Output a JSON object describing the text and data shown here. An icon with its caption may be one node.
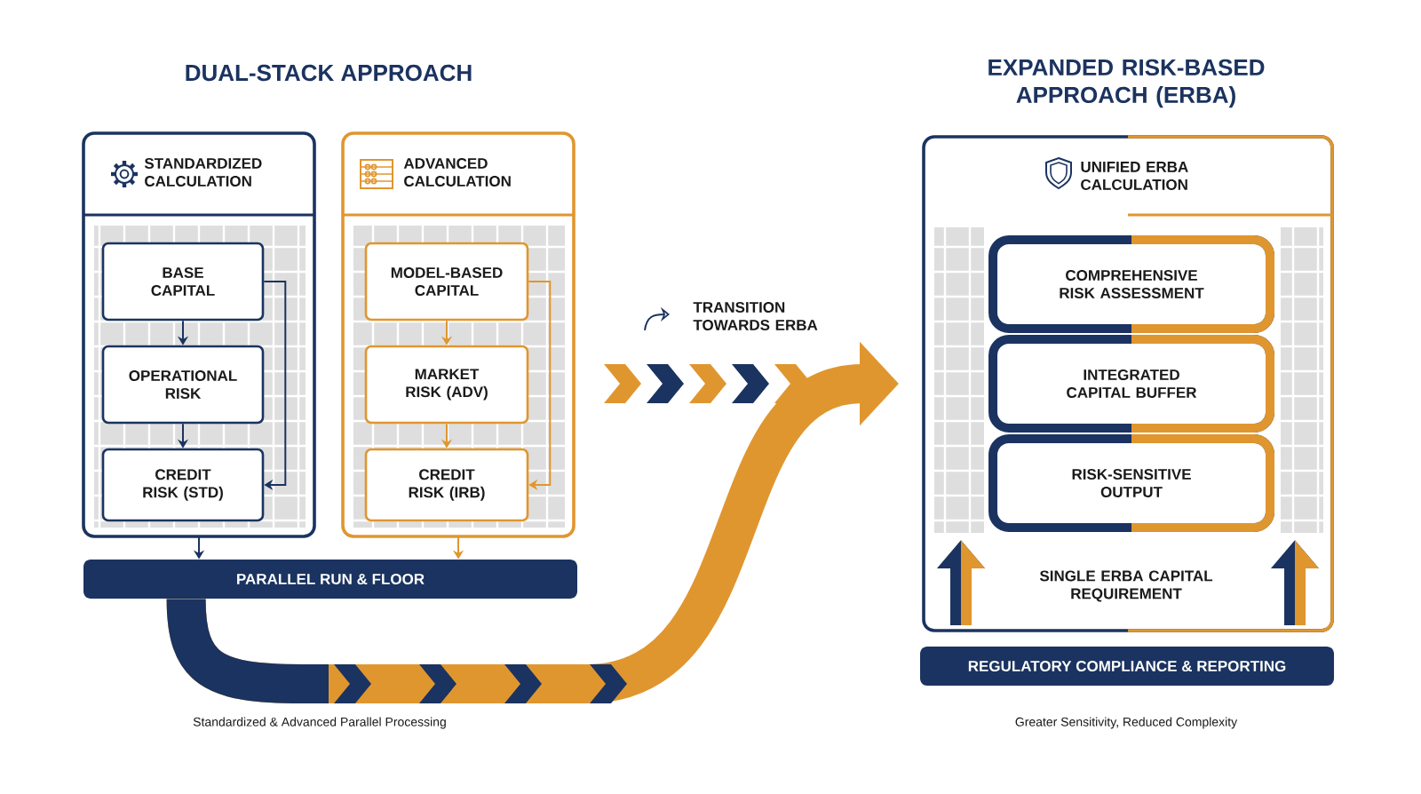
{
  "diagram": {
    "nodes": [
      {
        "text": [
          "STANDARDIZED CALCULATION"
        ]
      },
      {
        "text": [
          "BASE CAPITAL"
        ],
        "in": 0
      },
      {
        "text": [
          "OPERATIONAL RISK"
        ],
        "in": 0
      },
      {
        "text": [
          "CREDIT RISK (STD)"
        ],
        "in": 0
      },
      {
        "text": [
          "ADVANCED CALCULATION"
        ]
      },
      {
        "text": [
          "MODEL-BASED CAPITAL"
        ],
        "in": 4
      },
      {
        "text": [
          "MARKET RISK (ADV)"
        ],
        "in": 4
      },
      {
        "text": [
          "CREDIT RISK (IRB)"
        ],
        "in": 4
      },
      {
        "text": [
          "PARALLEL RUN & FLOOR"
        ]
      },
      {
        "text": [
          "UNIFIED ERBA CALCULATION"
        ]
      },
      {
        "text": [
          "COMPREHENSIVE RISK ASSESSMENT"
        ],
        "in": 9
      },
      {
        "text": [
          "INTEGRATED CAPITAL BUFFER"
        ],
        "in": 9
      },
      {
        "text": [
          "RISK-SENSITIVE OUTPUT"
        ],
        "in": 9
      },
      {
        "text": [
          "REGULATORY COMPLIANCE & REPORTING"
        ]
      }
    ],
    "edges": [
      {
        "from": 1,
        "to": 2,
        "arrow": "to",
        "color": "#1b3360"
      },
      {
        "from": 2,
        "to": 3,
        "arrow": "to",
        "color": "#1b3360"
      },
      {
        "from": 1,
        "to": 3,
        "arrow": "to",
        "color": "#1b3360"
      },
      {
        "from": 0,
        "to": 8,
        "arrow": "to",
        "color": "#1b3360"
      },
      {
        "from": 5,
        "to": 6,
        "arrow": "to",
        "color": "#e0962f"
      },
      {
        "from": 6,
        "to": 7,
        "arrow": "to",
        "color": "#e0962f"
      },
      {
        "from": 5,
        "to": 7,
        "arrow": "to",
        "color": "#e0962f"
      },
      {
        "from": 4,
        "to": 8,
        "arrow": "to",
        "color": "#e0962f"
      },
      {
        "from": 8,
        "to": 9,
        "arrow": "to",
        "label": "TRANSITION TOWARDS ERBA",
        "style": "thick",
        "color": "#e0962f"
      },
      {
        "from": null,
        "to": 12,
        "arrow": "to",
        "style": "thick"
      },
      {
        "from": null,
        "to": 12,
        "arrow": "to",
        "style": "thick"
      }
    ],
    "labels": [
      "DUAL-STACK APPROACH",
      "EXPANDED RISK-BASED APPROACH (ERBA)",
      "SINGLE ERBA CAPITAL REQUIREMENT",
      "Standardized & Advanced Parallel Processing",
      "Greater Sensitivity, Reduced Complexity"
    ]
  }
}
